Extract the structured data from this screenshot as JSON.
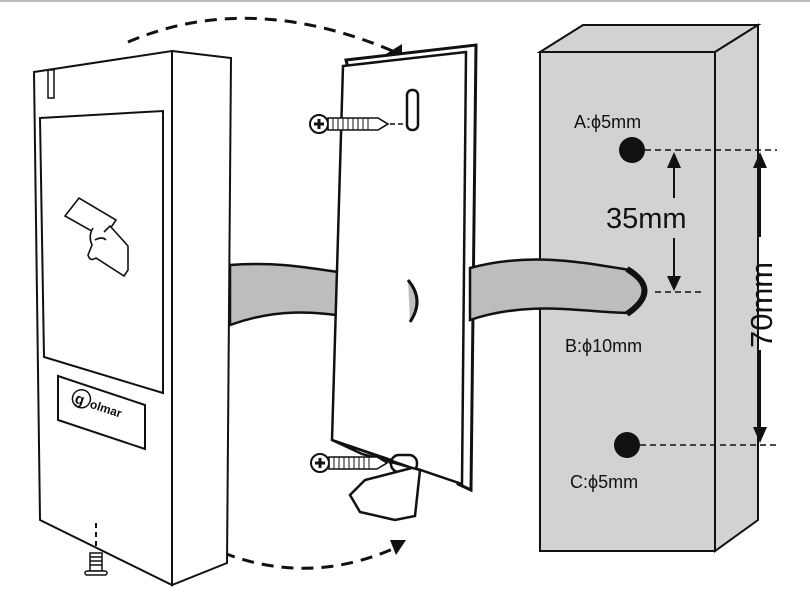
{
  "labels": {
    "hole_a": "A:ϕ5mm",
    "hole_b": "B:ϕ10mm",
    "hole_c": "C:ϕ5mm",
    "dist_ab": "35mm",
    "dist_ac": "70mm"
  },
  "logo": "golmar",
  "colors": {
    "wall": "#d1d2d4",
    "cable": "#bcbdbf",
    "ink": "#111111"
  }
}
